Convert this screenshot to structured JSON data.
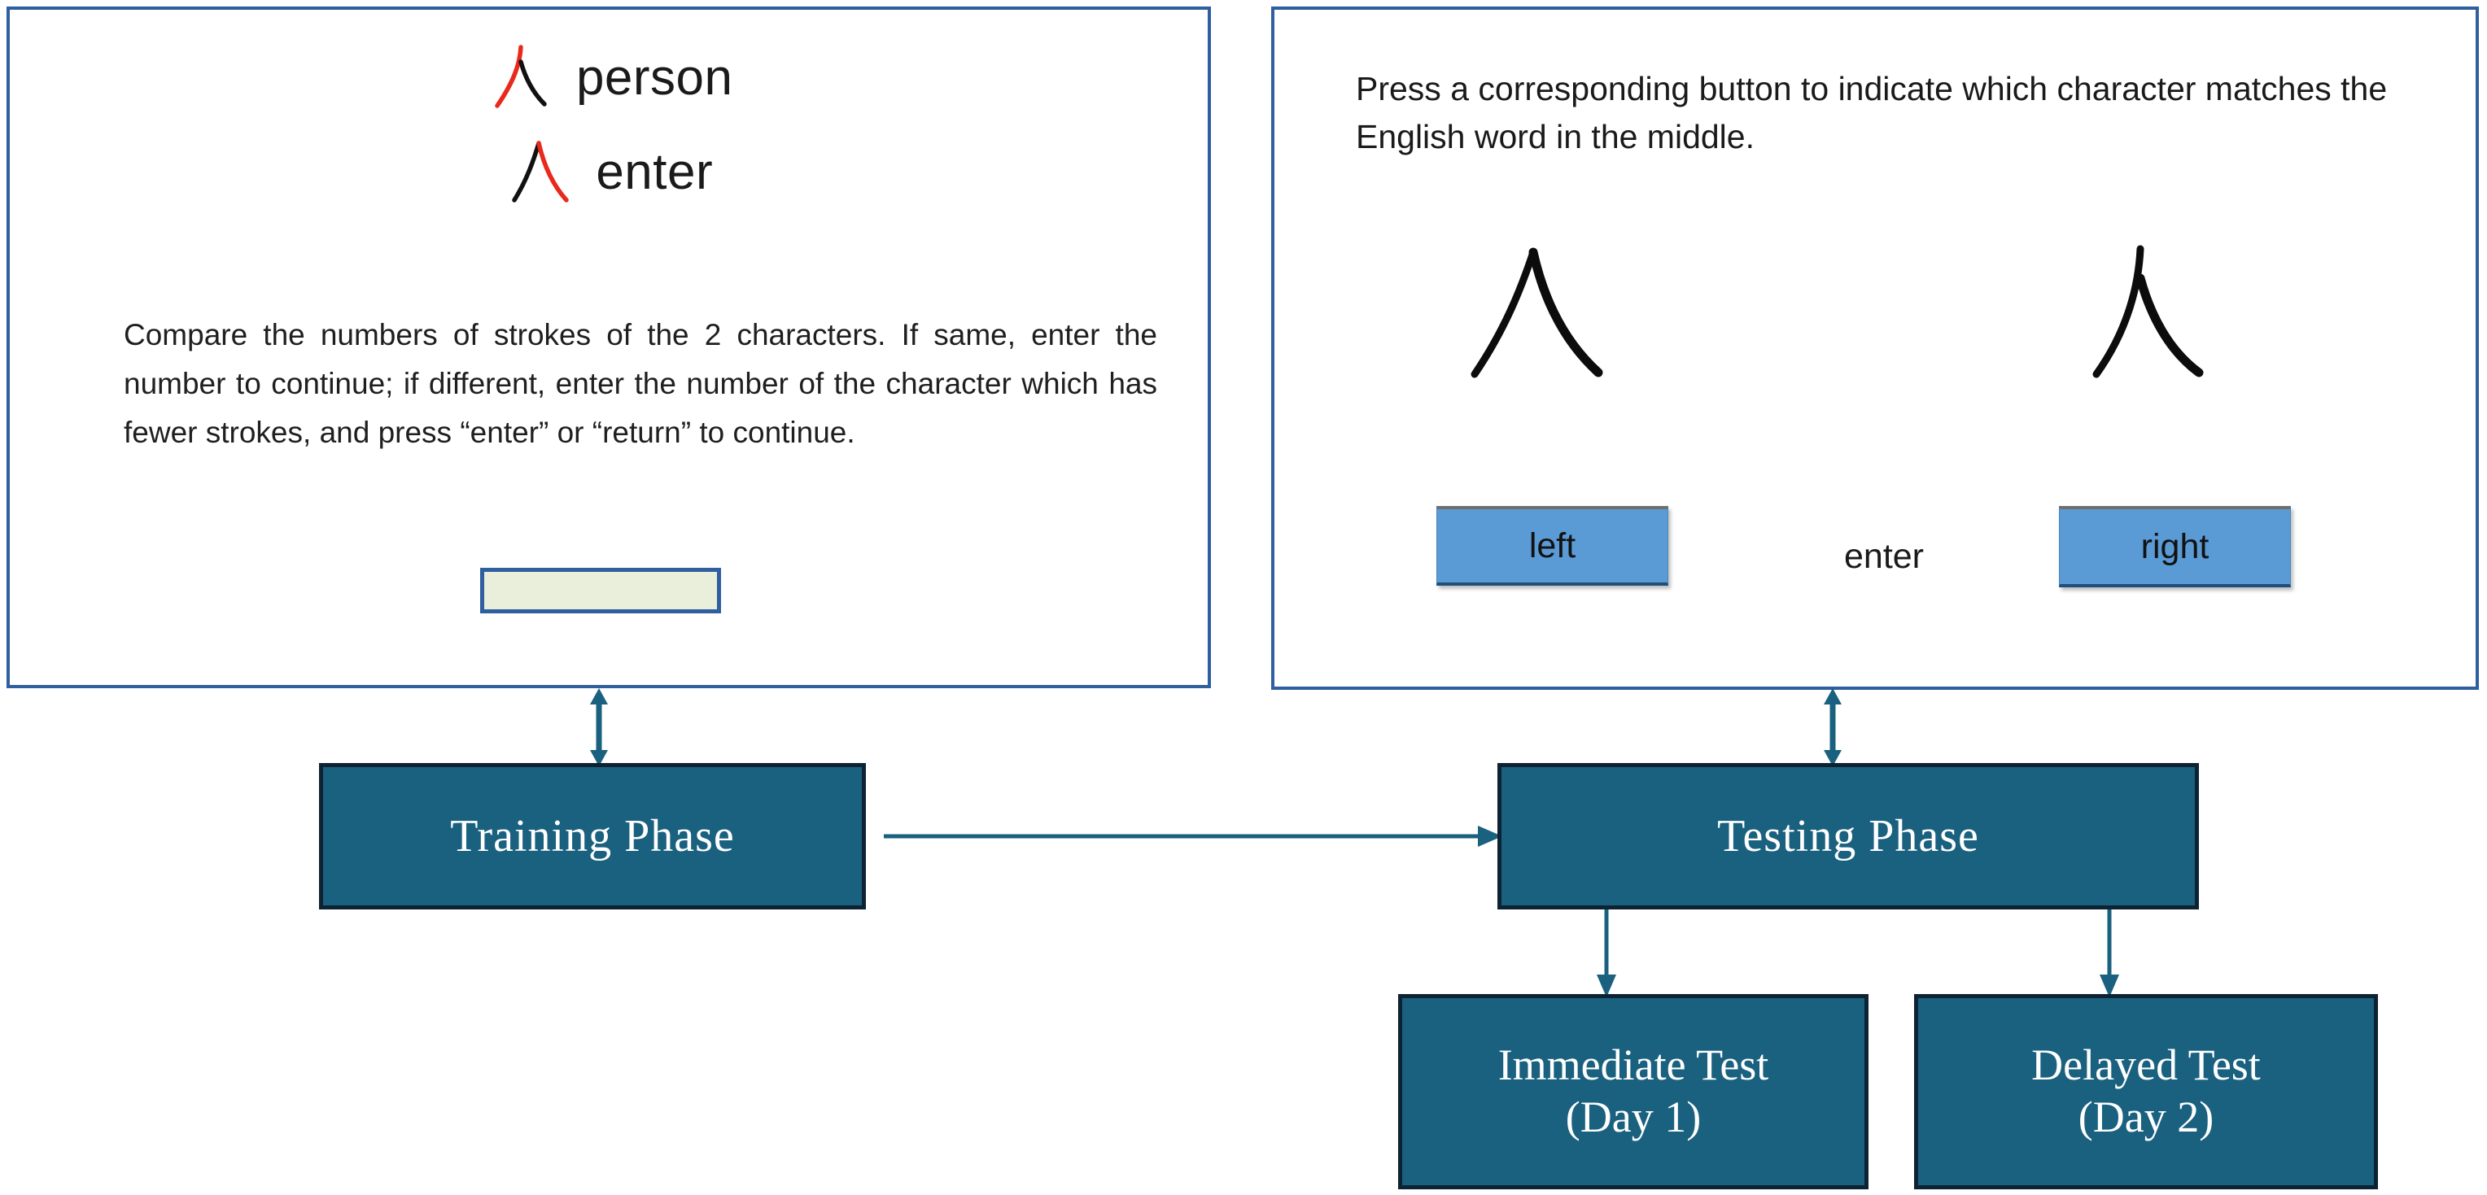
{
  "colors": {
    "panel_border": "#2f5f9e",
    "phase_box_fill": "#1a617f",
    "phase_box_border": "#0d2233",
    "button_fill": "#5b9bd5",
    "arrow": "#1a617f",
    "highlight_stroke": "#e8291c",
    "input_fill": "#eaefdc"
  },
  "training_screen": {
    "name": "Training Phase screen",
    "character_pairs": [
      {
        "character": "人",
        "gloss": "person",
        "highlighted_stroke": "left"
      },
      {
        "character": "入",
        "gloss": "enter",
        "highlighted_stroke": "right"
      }
    ],
    "instruction": "Compare the numbers of strokes of the 2 characters. If same, enter the number to continue; if different, enter the number of the character which has fewer strokes, and press “enter” or “return” to continue.",
    "answer_input": {
      "value": "",
      "placeholder": ""
    }
  },
  "testing_screen": {
    "name": "Testing Phase screen",
    "instruction": "Press a corresponding button to indicate which character matches the English word in the middle.",
    "choice_character_left": "入",
    "choice_character_right": "人",
    "button_left_label": "left",
    "button_right_label": "right",
    "middle_word": "enter"
  },
  "flowchart": {
    "training_phase_label": "Training  Phase",
    "testing_phase_label": "Testing  Phase",
    "immediate_test_line1": "Immediate Test",
    "immediate_test_line2": "(Day 1)",
    "delayed_test_line1": "Delayed Test",
    "delayed_test_line2": "(Day 2)"
  }
}
